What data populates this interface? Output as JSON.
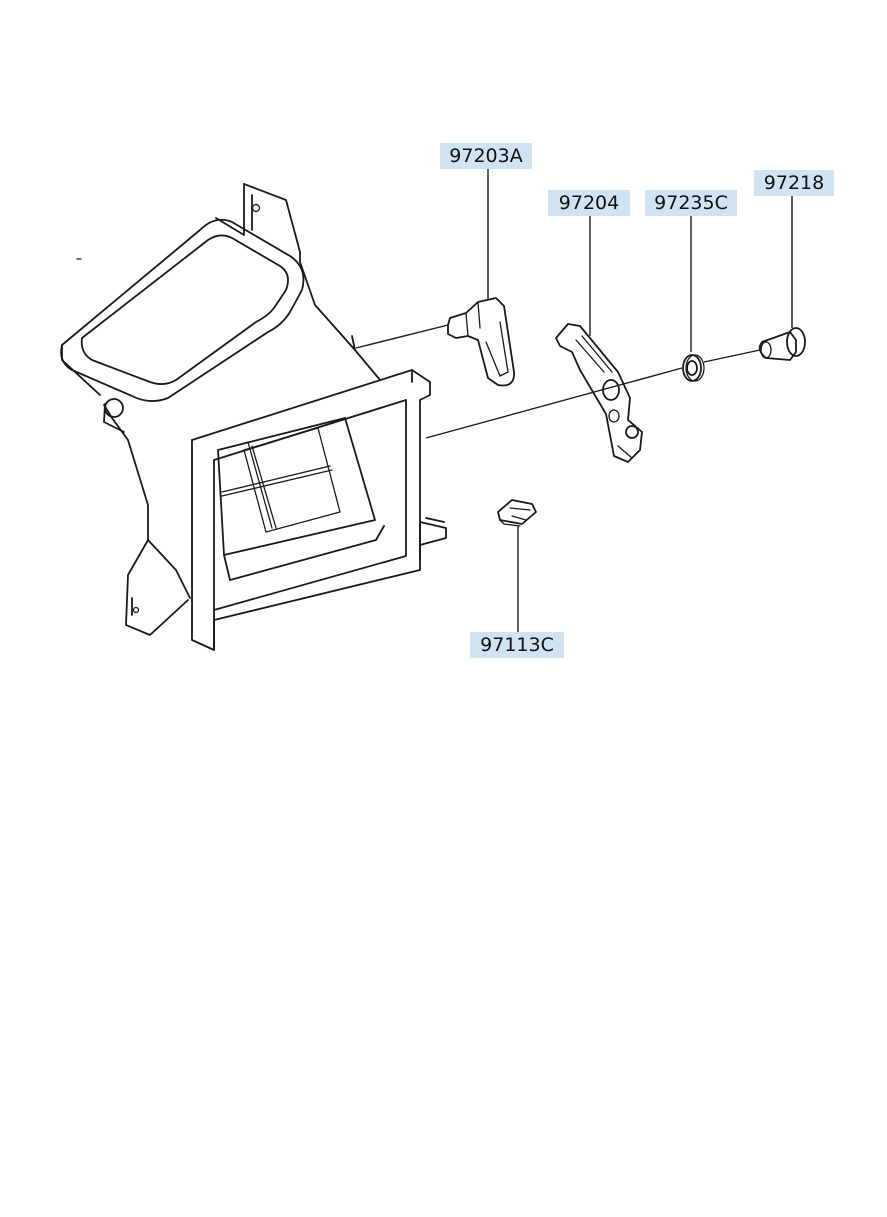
{
  "labels": {
    "p97203A": "97203A",
    "p97204": "97204",
    "p97235C": "97235C",
    "p97218": "97218",
    "p97113C": "97113C"
  },
  "colors": {
    "label_background": "#cfe3f3",
    "line": "#1a1a1a"
  }
}
